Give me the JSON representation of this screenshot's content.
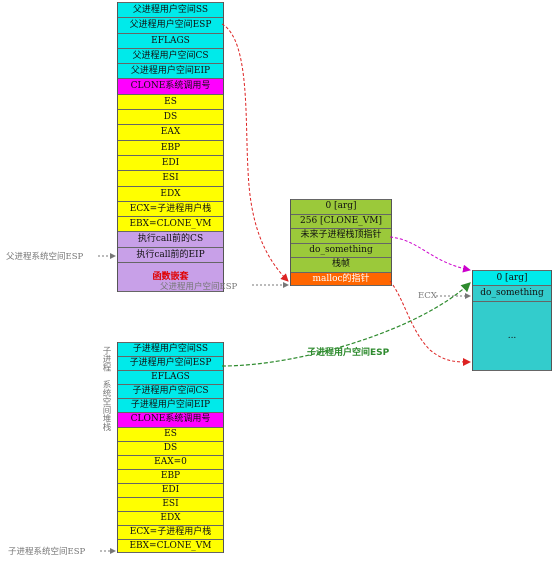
{
  "parent_stack": [
    {
      "label": "父进程用户空间SS",
      "color": "cyan"
    },
    {
      "label": "父进程用户空间ESP",
      "color": "cyan"
    },
    {
      "label": "EFLAGS",
      "color": "cyan"
    },
    {
      "label": "父进程用户空间CS",
      "color": "cyan"
    },
    {
      "label": "父进程用户空间EIP",
      "color": "cyan"
    },
    {
      "label": "CLONE系统调用号",
      "color": "mag"
    },
    {
      "label": "ES",
      "color": "yel"
    },
    {
      "label": "DS",
      "color": "yel"
    },
    {
      "label": "EAX",
      "color": "yel"
    },
    {
      "label": "EBP",
      "color": "yel"
    },
    {
      "label": "EDI",
      "color": "yel"
    },
    {
      "label": "ESI",
      "color": "yel"
    },
    {
      "label": "EDX",
      "color": "yel"
    },
    {
      "label": "ECX=子进程用户栈",
      "color": "yel"
    },
    {
      "label": "EBX=CLONE_VM",
      "color": "yel"
    },
    {
      "label": "执行call前的CS",
      "color": "lav"
    },
    {
      "label": "执行call前的EIP",
      "color": "lav"
    },
    {
      "label": "函数嵌套",
      "color": "lav"
    }
  ],
  "middle_stack": [
    {
      "label": "0 [arg]",
      "color": "grn"
    },
    {
      "label": "256 [CLONE_VM]",
      "color": "grn"
    },
    {
      "label": "未来子进程栈顶指针",
      "color": "grn"
    },
    {
      "label": "do_something",
      "color": "grn"
    },
    {
      "label": "栈帧",
      "color": "grn"
    },
    {
      "label": "malloc的指针",
      "color": "org"
    }
  ],
  "right_stack": [
    {
      "label": "0 [arg]",
      "color": "cyan"
    },
    {
      "label": "do_something",
      "color": "teal"
    },
    {
      "label": "...",
      "color": "teal"
    }
  ],
  "child_stack": [
    {
      "label": "子进程用户空间SS",
      "color": "cyan"
    },
    {
      "label": "子进程用户空间ESP",
      "color": "cyan"
    },
    {
      "label": "EFLAGS",
      "color": "cyan"
    },
    {
      "label": "子进程用户空间CS",
      "color": "cyan"
    },
    {
      "label": "子进程用户空间EIP",
      "color": "cyan"
    },
    {
      "label": "CLONE系统调用号",
      "color": "mag"
    },
    {
      "label": "ES",
      "color": "yel"
    },
    {
      "label": "DS",
      "color": "yel"
    },
    {
      "label": "EAX=0",
      "color": "yel"
    },
    {
      "label": "EBP",
      "color": "yel"
    },
    {
      "label": "EDI",
      "color": "yel"
    },
    {
      "label": "ESI",
      "color": "yel"
    },
    {
      "label": "EDX",
      "color": "yel"
    },
    {
      "label": "ECX=子进程用户栈",
      "color": "yel"
    },
    {
      "label": "EBX=CLONE_VM",
      "color": "yel"
    }
  ],
  "annotations": {
    "parent_sys_esp": "父进程系统空间ESP",
    "parent_user_esp": "父进程用户空间ESP",
    "ecx": "ECX",
    "child_label": "子进程",
    "child_sys_stack": "系统空间堆栈",
    "child_sys_esp": "子进程系统空间ESP",
    "green_arrow_label": "子进程用户空间ESP"
  },
  "colors": {
    "cyan": "#00eaea",
    "magenta": "#ff00ff",
    "yellow": "#ffff00",
    "lavender": "#c8a0e8",
    "green": "#9bc93a",
    "orange": "#ff6600",
    "teal": "#33cccc",
    "red_arrow": "#dd2222",
    "green_arrow": "#2e8b2e",
    "magenta_arrow": "#cc00cc"
  }
}
